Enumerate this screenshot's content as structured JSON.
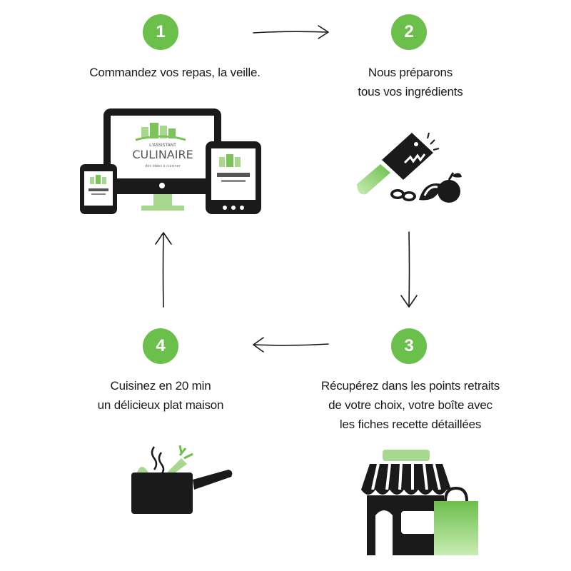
{
  "colors": {
    "accent": "#6bbf4b",
    "ink": "#1a1a1a",
    "light_green": "#a8d88f"
  },
  "steps": [
    {
      "number": "1",
      "lines": [
        "Commandez vos repas, la veille."
      ],
      "icon": "devices-icon"
    },
    {
      "number": "2",
      "lines": [
        "Nous préparons",
        "tous vos ingrédients"
      ],
      "icon": "knife-ingredients-icon"
    },
    {
      "number": "3",
      "lines": [
        "Récupérez dans les points retraits",
        "de votre choix, votre boîte avec",
        "les fiches recette détaillées"
      ],
      "icon": "shop-bag-icon"
    },
    {
      "number": "4",
      "lines": [
        "Cuisinez en 20 min",
        "un délicieux plat maison"
      ],
      "icon": "cooking-pot-icon"
    }
  ],
  "logo": {
    "top": "L'ASSISTANT",
    "main": "CULINAIRE",
    "tagline": "des idées à cuisiner"
  }
}
